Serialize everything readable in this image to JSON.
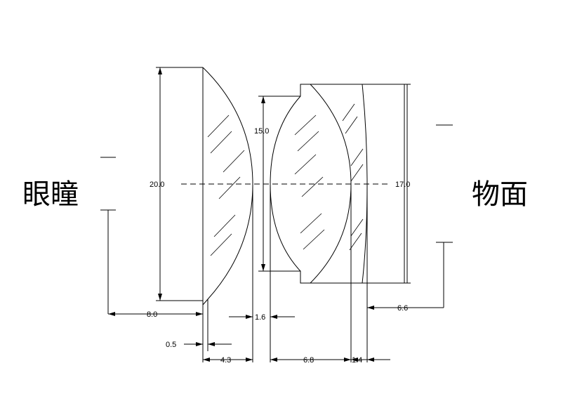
{
  "labels": {
    "eye_pupil": "眼瞳",
    "object_plane": "物面"
  },
  "dimensions": {
    "d_20": "20.0",
    "d_15": "15.0",
    "d_17": "17.0",
    "d_8": "8.0",
    "d_05": "0.5",
    "d_43": "4.3",
    "d_16": "1.6",
    "d_68": "6.8",
    "d_14": "1.4",
    "d_66": "6.6"
  }
}
